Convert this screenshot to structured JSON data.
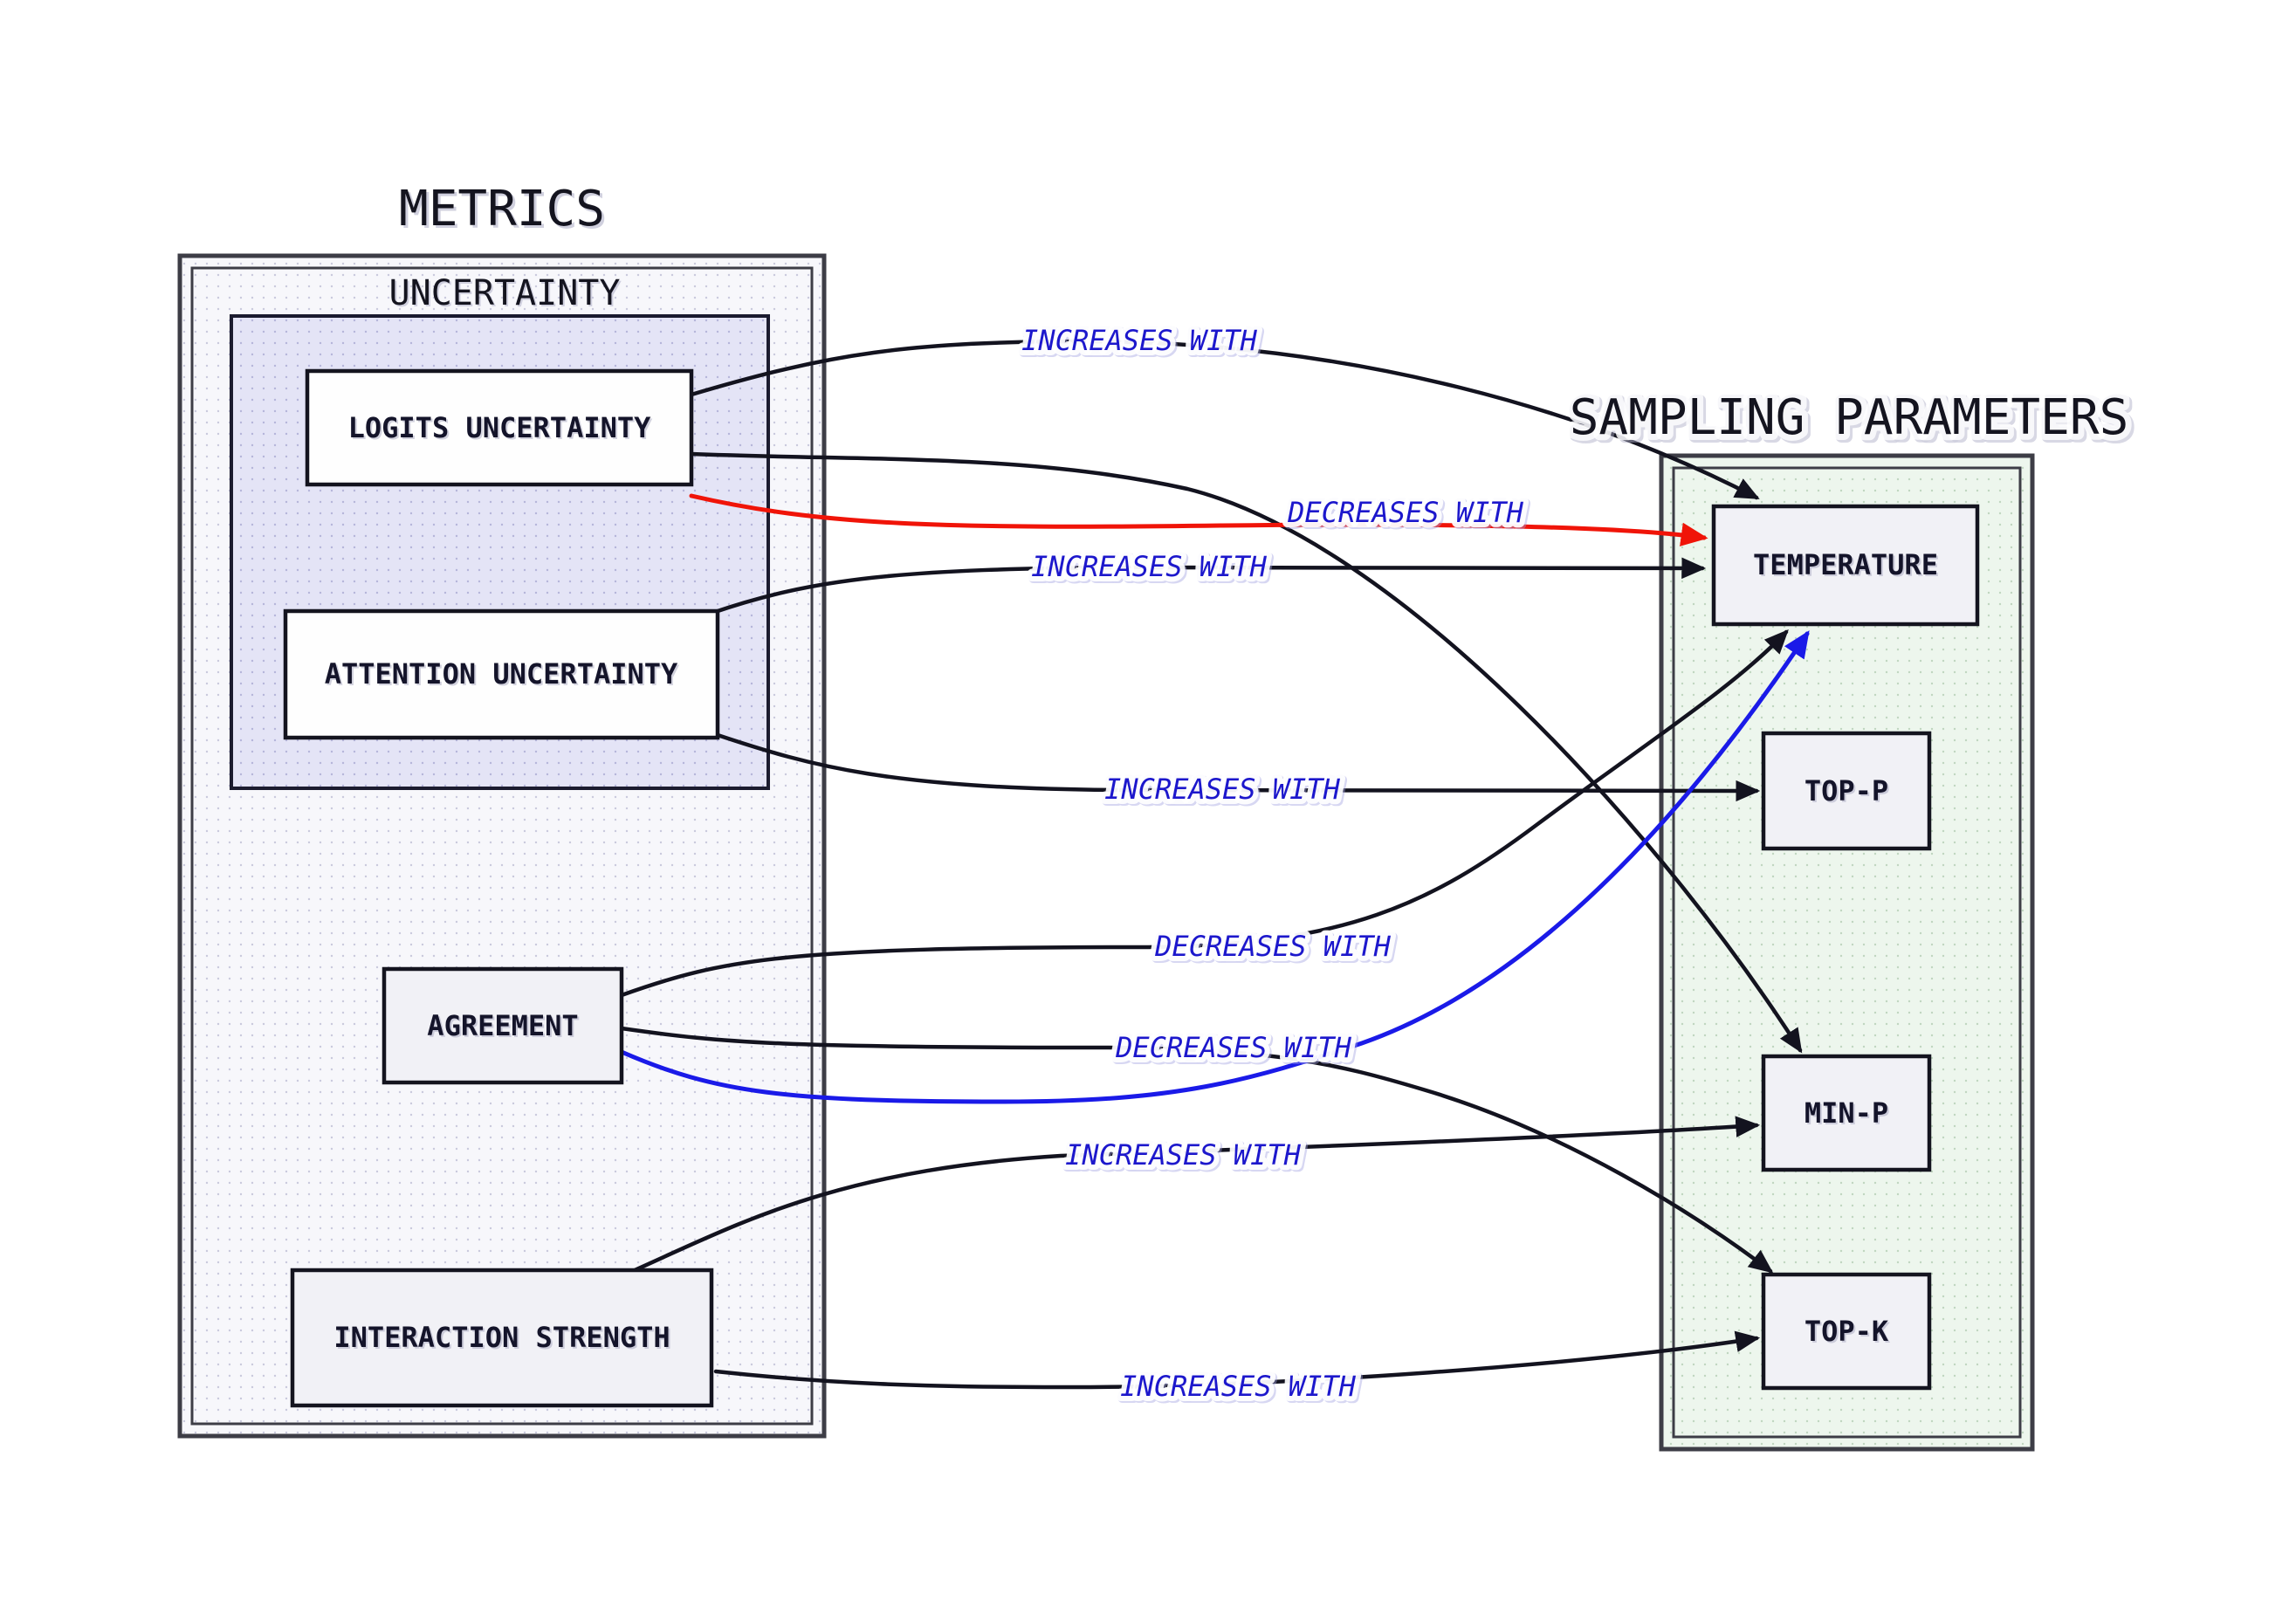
{
  "titles": {
    "metrics": "METRICS",
    "uncertainty": "UNCERTAINTY",
    "sampling": "SAMPLING PARAMETERS"
  },
  "nodes": {
    "logits_uncertainty": {
      "label": "LOGITS UNCERTAINTY",
      "group": "UNCERTAINTY"
    },
    "attention_uncertainty": {
      "label": "ATTENTION UNCERTAINTY",
      "group": "UNCERTAINTY"
    },
    "agreement": {
      "label": "AGREEMENT",
      "group": "METRICS"
    },
    "interaction_strength": {
      "label": "INTERACTION STRENGTH",
      "group": "METRICS"
    },
    "temperature": {
      "label": "TEMPERATURE",
      "group": "SAMPLING PARAMETERS"
    },
    "top_p": {
      "label": "TOP-P",
      "group": "SAMPLING PARAMETERS"
    },
    "min_p": {
      "label": "MIN-P",
      "group": "SAMPLING PARAMETERS"
    },
    "top_k": {
      "label": "TOP-K",
      "group": "SAMPLING PARAMETERS"
    }
  },
  "edges": [
    {
      "from": "LOGITS UNCERTAINTY",
      "to": "TEMPERATURE",
      "label": "INCREASES WITH",
      "color": "#13131f"
    },
    {
      "from": "LOGITS UNCERTAINTY",
      "to": "TEMPERATURE",
      "label": "DECREASES WITH",
      "color": "#f01408"
    },
    {
      "from": "LOGITS UNCERTAINTY",
      "to": "MIN-P",
      "label": "",
      "color": "#13131f"
    },
    {
      "from": "ATTENTION UNCERTAINTY",
      "to": "TEMPERATURE",
      "label": "INCREASES WITH",
      "color": "#13131f"
    },
    {
      "from": "ATTENTION UNCERTAINTY",
      "to": "TOP-P",
      "label": "INCREASES WITH",
      "color": "#13131f"
    },
    {
      "from": "AGREEMENT",
      "to": "TEMPERATURE",
      "label": "DECREASES WITH",
      "color": "#13131f"
    },
    {
      "from": "AGREEMENT",
      "to": "TOP-K",
      "label": "DECREASES WITH",
      "color": "#13131f"
    },
    {
      "from": "AGREEMENT",
      "to": "TEMPERATURE",
      "label": "",
      "color": "#1a1ae8"
    },
    {
      "from": "INTERACTION STRENGTH",
      "to": "MIN-P",
      "label": "INCREASES WITH",
      "color": "#13131f"
    },
    {
      "from": "INTERACTION STRENGTH",
      "to": "TOP-K",
      "label": "INCREASES WITH",
      "color": "#13131f"
    }
  ],
  "colors": {
    "edge_black": "#13131f",
    "edge_red": "#f01408",
    "edge_blue": "#1a1ae8",
    "edge_label_blue": "#1c17cc",
    "metrics_fill": "#f7f7fb",
    "uncertainty_fill": "#e4e4f6",
    "sampling_fill": "#edf6ed",
    "node_fill_white": "#fefefe",
    "node_fill_grey": "#f1f1f6"
  }
}
